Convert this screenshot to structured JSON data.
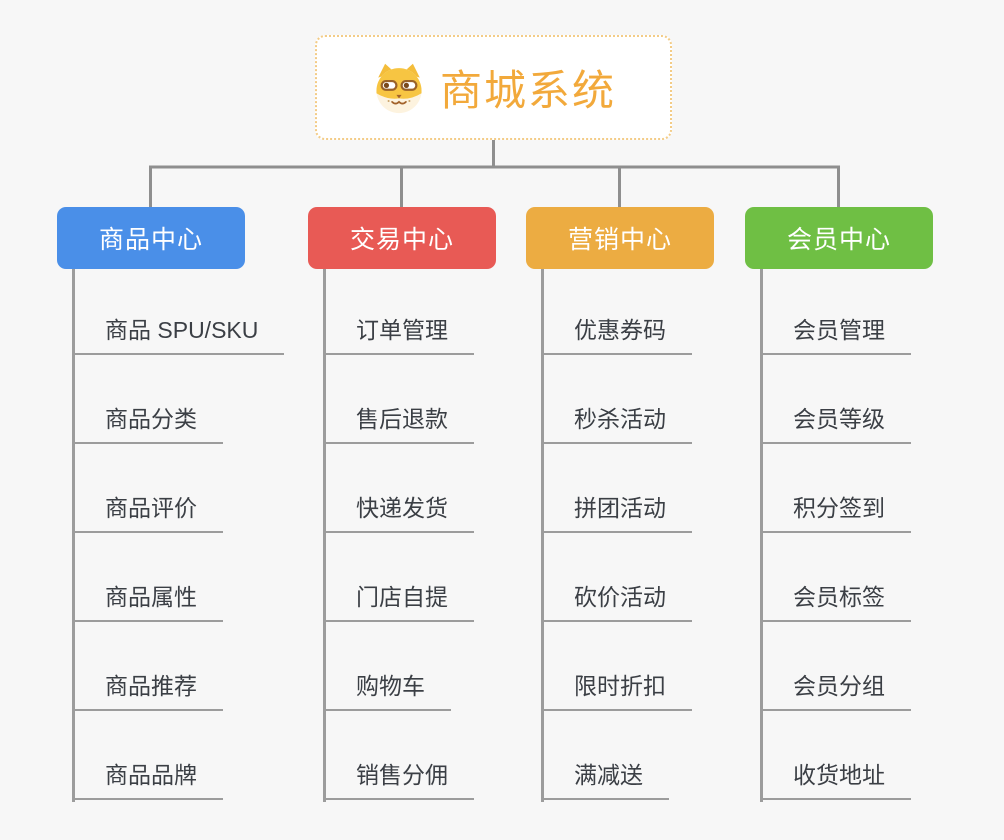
{
  "root": {
    "title": "商城系统",
    "icon": "shiba-dog-icon"
  },
  "branches": [
    {
      "label": "商品中心",
      "color": "#4a8fe8",
      "items": [
        "商品 SPU/SKU",
        "商品分类",
        "商品评价",
        "商品属性",
        "商品推荐",
        "商品品牌"
      ]
    },
    {
      "label": "交易中心",
      "color": "#e85a55",
      "items": [
        "订单管理",
        "售后退款",
        "快递发货",
        "门店自提",
        "购物车",
        "销售分佣"
      ]
    },
    {
      "label": "营销中心",
      "color": "#ecac42",
      "items": [
        "优惠券码",
        "秒杀活动",
        "拼团活动",
        "砍价活动",
        "限时折扣",
        "满减送"
      ]
    },
    {
      "label": "会员中心",
      "color": "#6fbf44",
      "items": [
        "会员管理",
        "会员等级",
        "积分签到",
        "会员标签",
        "会员分组",
        "收货地址"
      ]
    }
  ],
  "colors": {
    "root_text": "#f2a93b",
    "root_border": "#f3cc87",
    "connector_gray": "#8f8f8f",
    "leaf_text": "#3b3f45",
    "background": "#f7f7f7"
  }
}
